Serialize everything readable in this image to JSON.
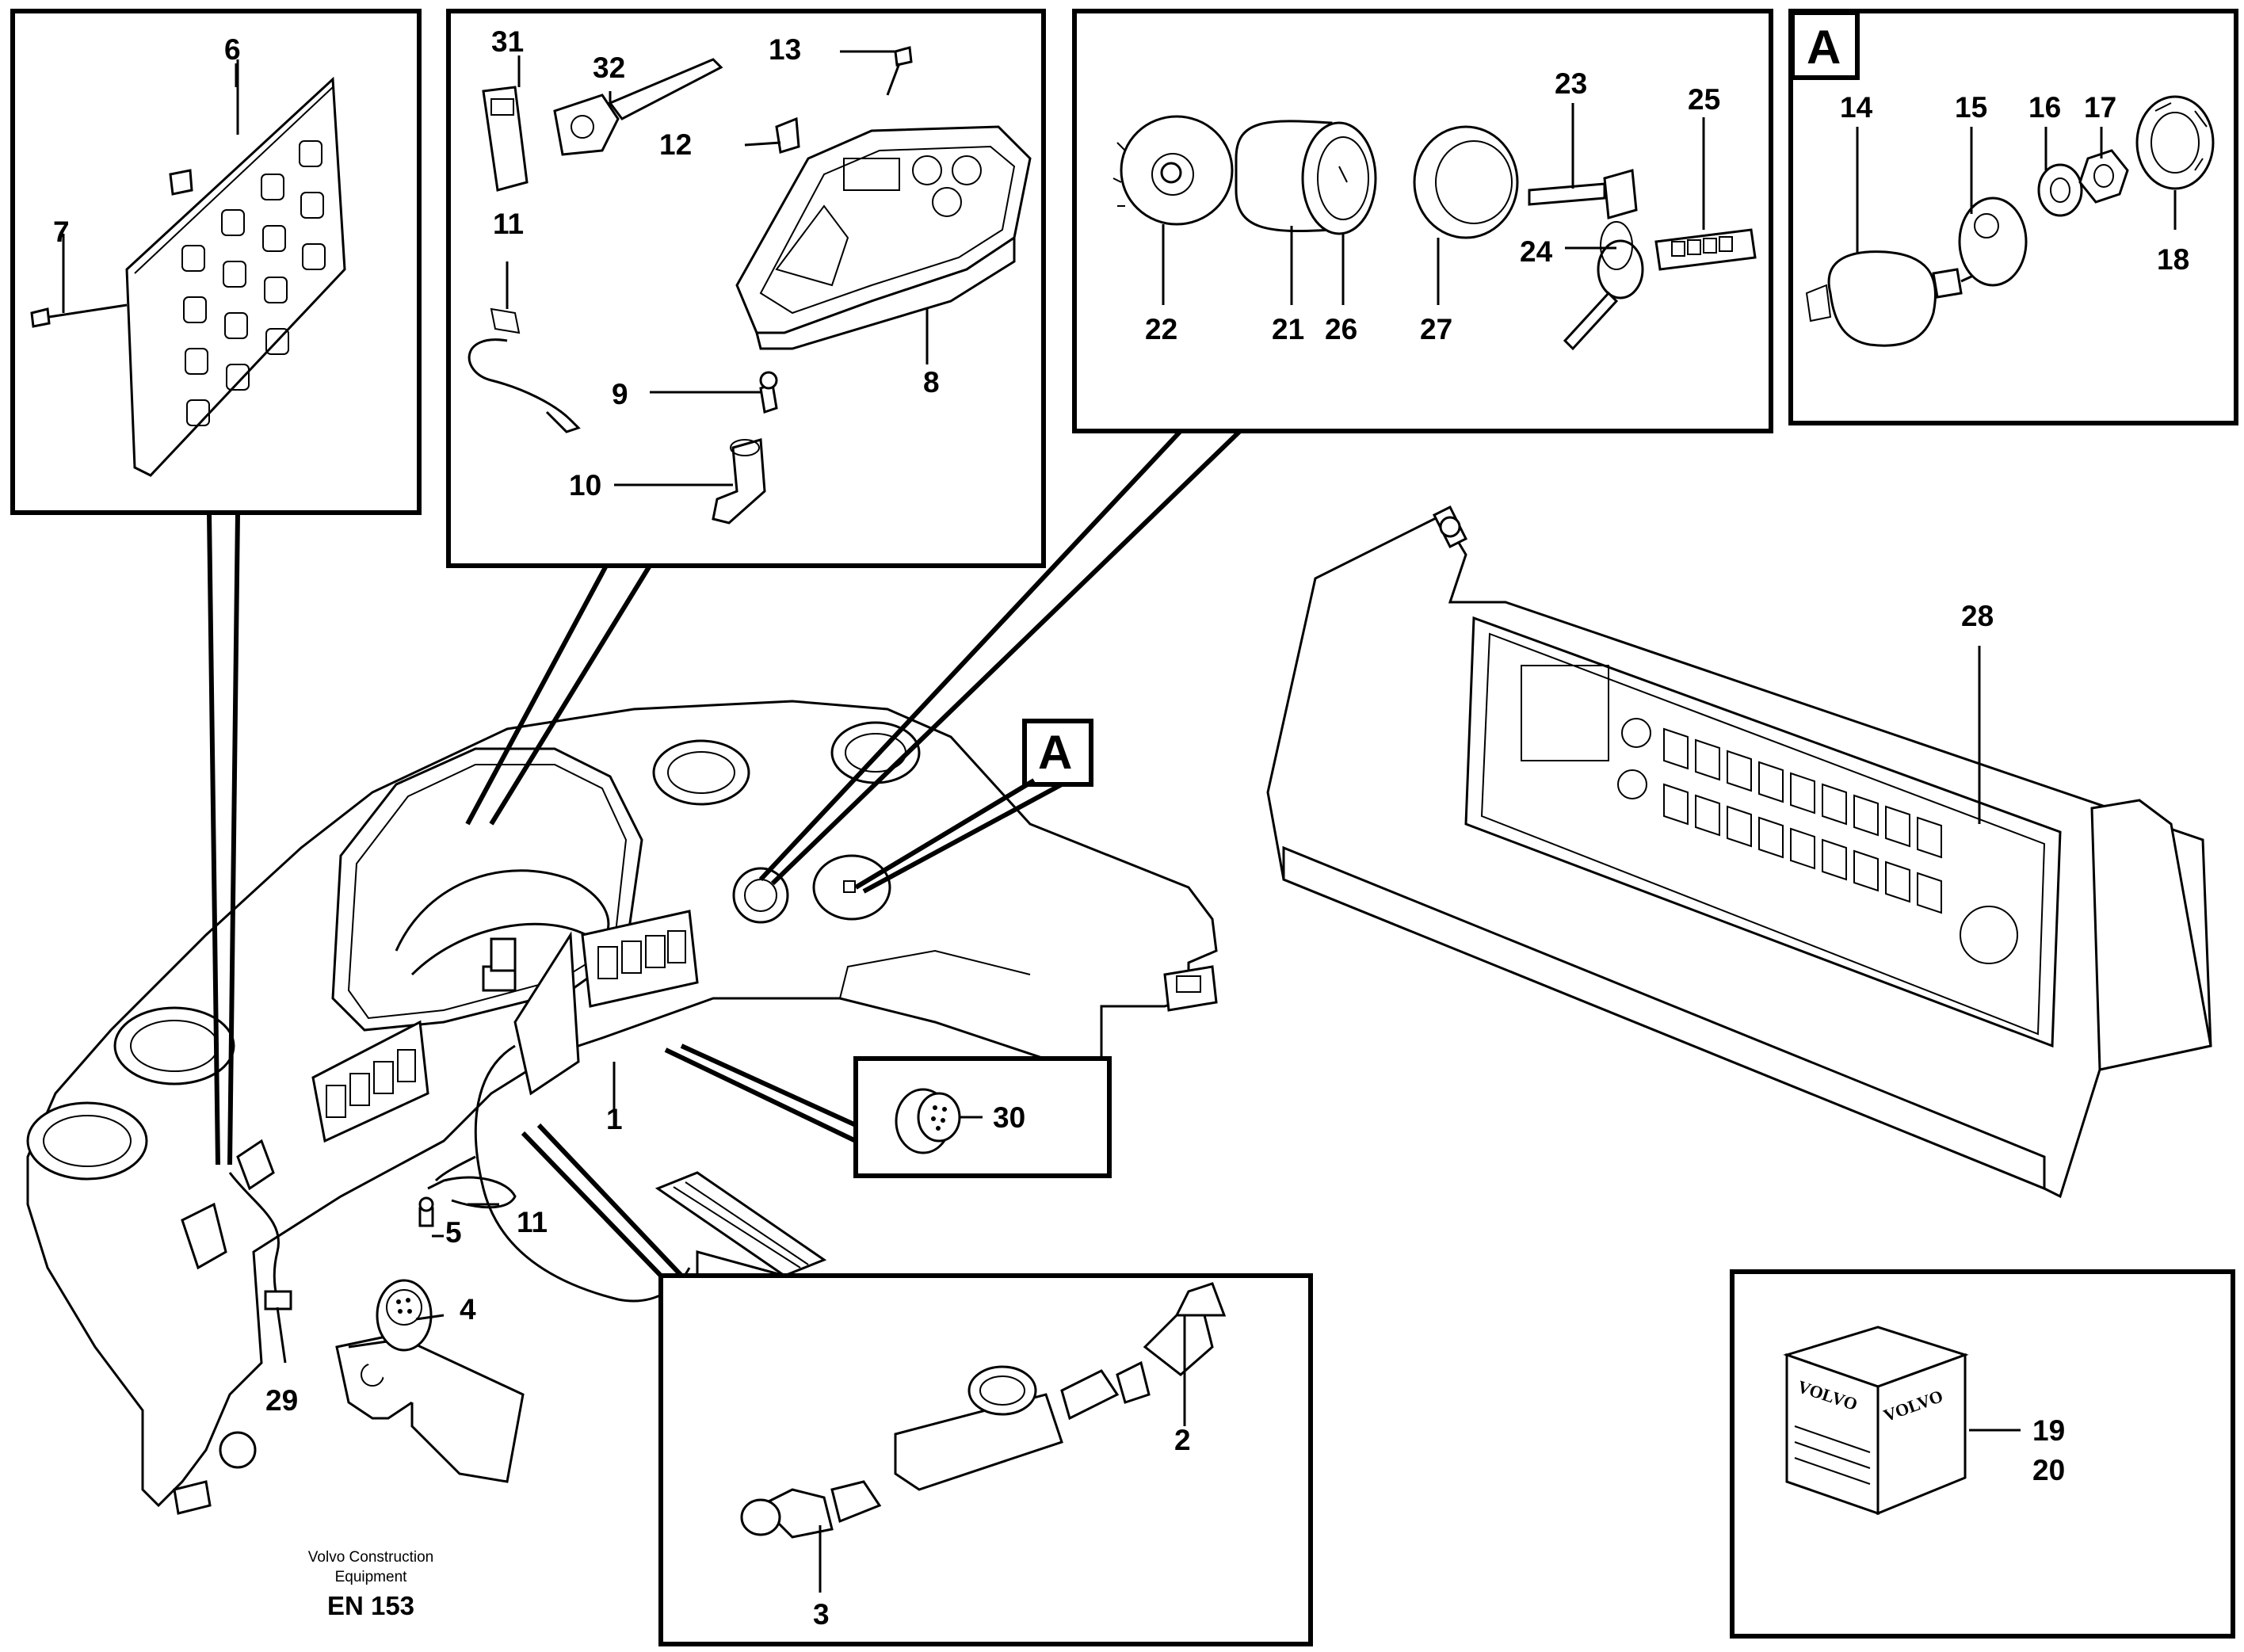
{
  "footer": {
    "line1": "Volvo Construction",
    "line2": "Equipment",
    "code": "EN 153"
  },
  "badges": {
    "detail_a": "A",
    "dashboard_a": "A"
  },
  "carton": {
    "brand_left": "VOLVO",
    "brand_right": "VOLVO"
  },
  "callouts": {
    "c1": "1",
    "c2": "2",
    "c3": "3",
    "c4": "4",
    "c5": "5",
    "c6": "6",
    "c7": "7",
    "c8": "8",
    "c9": "9",
    "c10": "10",
    "c11a": "11",
    "c11b": "11",
    "c12": "12",
    "c13": "13",
    "c14": "14",
    "c15": "15",
    "c16": "16",
    "c17": "17",
    "c18": "18",
    "c19": "19",
    "c20": "20",
    "c21": "21",
    "c22": "22",
    "c23": "23",
    "c24": "24",
    "c25": "25",
    "c26": "26",
    "c27": "27",
    "c28": "28",
    "c29": "29",
    "c30": "30",
    "c31": "31",
    "c32": "32"
  },
  "colors": {
    "line": "#000000",
    "background": "#ffffff",
    "shade": "#d8d8d8"
  }
}
